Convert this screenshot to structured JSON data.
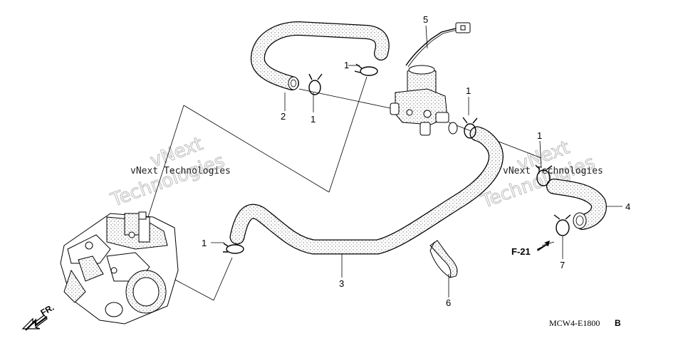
{
  "callouts": {
    "c1a": "1",
    "c1b": "1",
    "c1c": "1",
    "c1d": "1",
    "c1e": "1",
    "c2": "2",
    "c3": "3",
    "c4": "4",
    "c5": "5",
    "c6": "6",
    "c7": "7"
  },
  "direction_label": "F-21",
  "front_label": "FR.",
  "diagram_code": "MCW4-E1800",
  "diagram_code_suffix": "B",
  "watermark": {
    "line1": "vNext Technologies",
    "line2": "vNext",
    "line3": "Technologies"
  },
  "colors": {
    "stroke": "#000000",
    "hose_fill": "#e6e6e6",
    "watermark": "#bdbdbd"
  }
}
